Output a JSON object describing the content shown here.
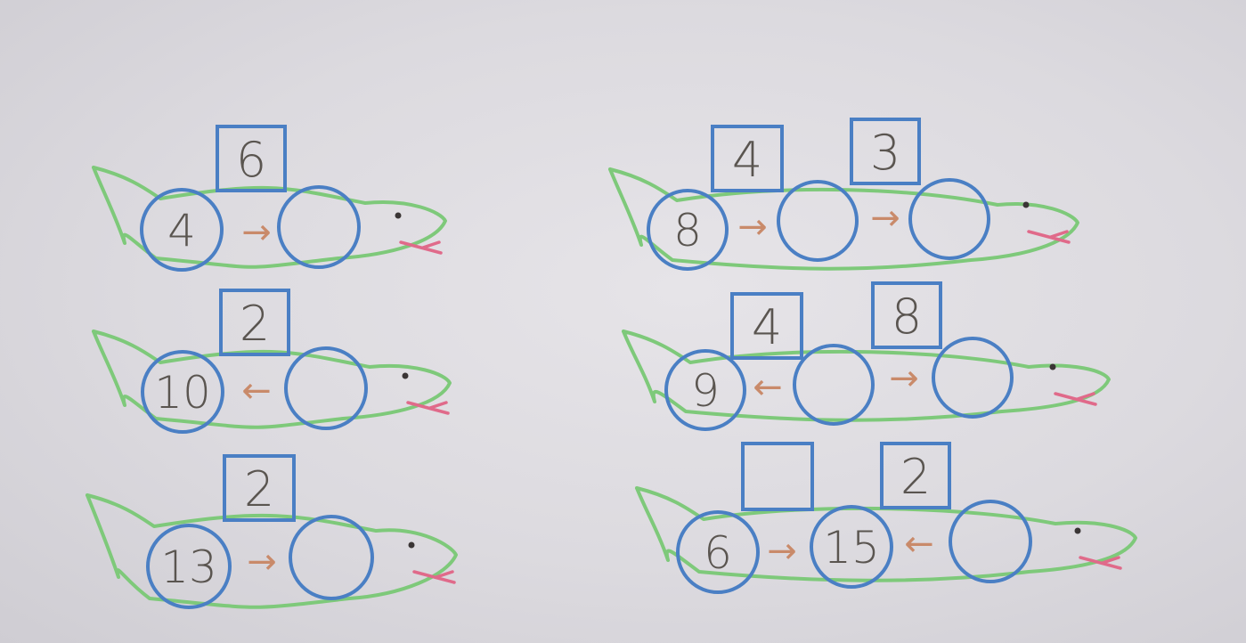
{
  "snakes": [
    {
      "numbers": [
        "4",
        ""
      ],
      "arrows": [
        "→"
      ],
      "boxes": [
        "6"
      ]
    },
    {
      "numbers": [
        "10",
        ""
      ],
      "arrows": [
        "←"
      ],
      "boxes": [
        "2"
      ]
    },
    {
      "numbers": [
        "13",
        ""
      ],
      "arrows": [
        "→"
      ],
      "boxes": [
        "2"
      ]
    },
    {
      "numbers": [
        "8",
        "",
        ""
      ],
      "arrows": [
        "→",
        "→"
      ],
      "boxes": [
        "4",
        "3"
      ]
    },
    {
      "numbers": [
        "9",
        "",
        ""
      ],
      "arrows": [
        "←",
        "→"
      ],
      "boxes": [
        "4",
        "8"
      ]
    },
    {
      "numbers": [
        "6",
        "15",
        ""
      ],
      "arrows": [
        "→",
        "←"
      ],
      "boxes": [
        "",
        "2"
      ]
    }
  ],
  "colors": {
    "circle": "#4a7fc4",
    "box": "#4a7fc4",
    "body": "#7ec97a",
    "arrow": "#c98a6a",
    "tongue": "#e06a8a",
    "eye": "#3a3535"
  }
}
